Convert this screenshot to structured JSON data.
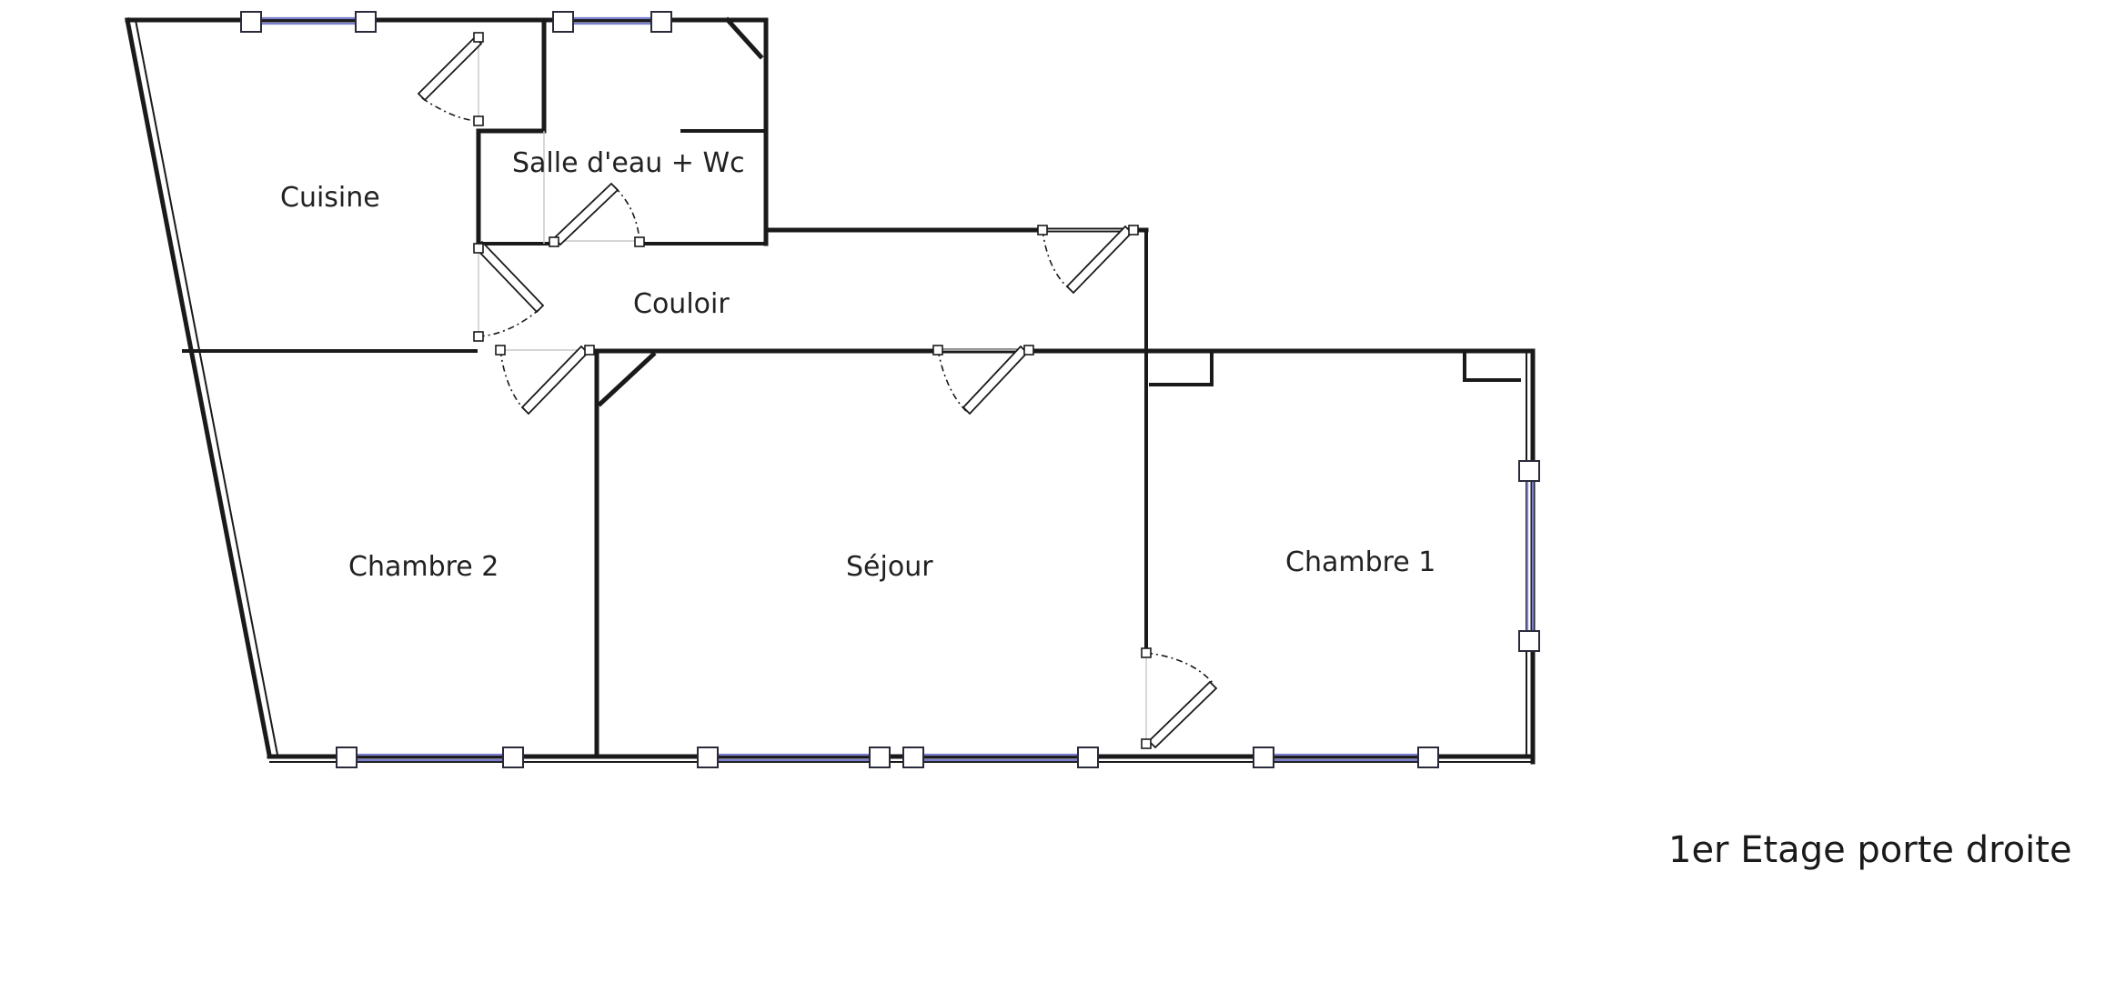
{
  "rooms": {
    "cuisine": "Cuisine",
    "salle_eau": "Salle d'eau + Wc",
    "couloir": "Couloir",
    "chambre_2": "Chambre 2",
    "sejour": "Séjour",
    "chambre_1": "Chambre 1"
  },
  "caption": "1er Etage porte droite",
  "colors": {
    "wall": "#1a1a1a",
    "window": "#7b7fd0",
    "background": "#ffffff"
  }
}
